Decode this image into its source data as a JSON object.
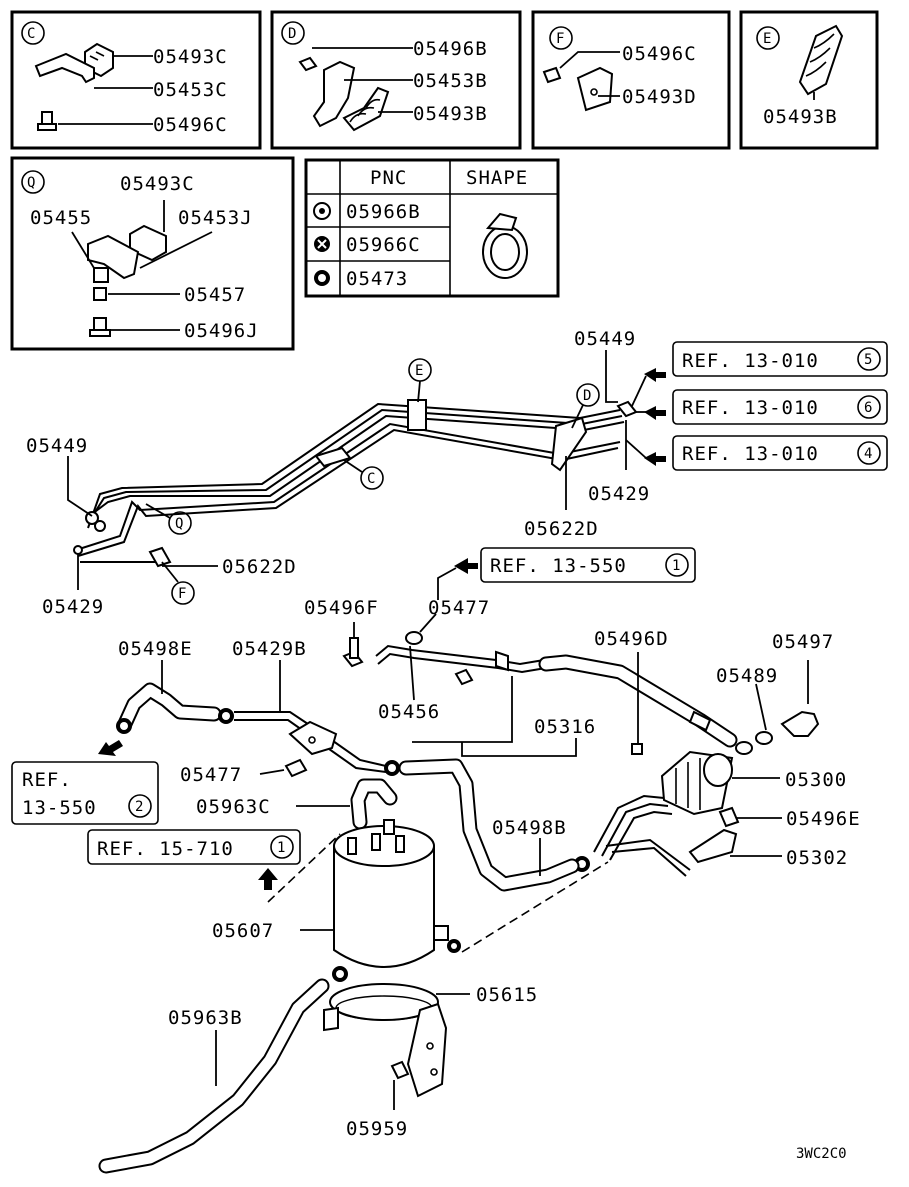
{
  "insets": {
    "c": {
      "letter": "C",
      "labels": [
        "05493C",
        "05453C",
        "05496C"
      ]
    },
    "d": {
      "letter": "D",
      "labels": [
        "05496B",
        "05453B",
        "05493B"
      ]
    },
    "f": {
      "letter": "F",
      "labels": [
        "05496C",
        "05493D"
      ]
    },
    "e": {
      "letter": "E",
      "labels": [
        "05493B"
      ]
    },
    "q": {
      "letter": "Q",
      "labels": [
        "05493C",
        "05455",
        "05453J",
        "05457",
        "05496J"
      ]
    }
  },
  "pnc_table": {
    "headers": [
      "PNC",
      "SHAPE"
    ],
    "rows": [
      "05966B",
      "05966C",
      "05473"
    ]
  },
  "refs": {
    "r5": {
      "text": "REF. 13-010",
      "num": "5"
    },
    "r6": {
      "text": "REF. 13-010",
      "num": "6"
    },
    "r4": {
      "text": "REF. 13-010",
      "num": "4"
    },
    "r550_1": {
      "text": "REF. 13-550",
      "num": "1"
    },
    "r550_2": {
      "line1": "REF.",
      "line2": "13-550",
      "num": "2"
    },
    "r710": {
      "text": "REF. 15-710",
      "num": "1"
    }
  },
  "markers": {
    "e": "E",
    "d": "D",
    "c": "C",
    "q": "Q",
    "f": "F"
  },
  "labels": {
    "l05449_top": "05449",
    "l05429_right": "05429",
    "l05622d_right": "05622D",
    "l05449_left": "05449",
    "l05429_left": "05429",
    "l05622d_left": "05622D",
    "l05496f": "05496F",
    "l05477_top": "05477",
    "l05496d": "05496D",
    "l05497": "05497",
    "l05498e": "05498E",
    "l05429b": "05429B",
    "l05489": "05489",
    "l05456": "05456",
    "l05316": "05316",
    "l05477_mid": "05477",
    "l05300": "05300",
    "l05963c": "05963C",
    "l05496e": "05496E",
    "l05498b": "05498B",
    "l05302": "05302",
    "l05607": "05607",
    "l05615": "05615",
    "l05963b": "05963B",
    "l05959": "05959"
  },
  "footer_code": "3WC2C0"
}
